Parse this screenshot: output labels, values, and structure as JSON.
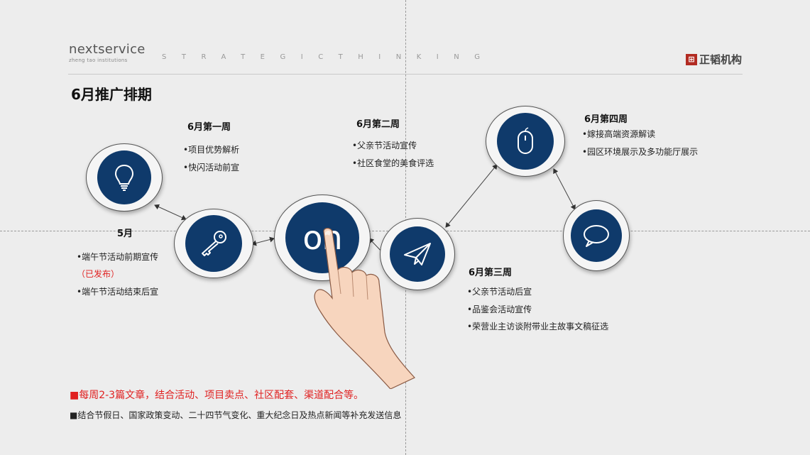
{
  "header": {
    "brand_main": "nextservice",
    "brand_sub": "zheng tao institutions",
    "tagline": "STRATEGICTHINKING",
    "company": "正韬机构"
  },
  "title": "6月推广排期",
  "sections": {
    "may": {
      "heading": "5月",
      "items": [
        "•端午节活动前期宣传",
        "（已发布）",
        "•端午节活动结束后宣"
      ]
    },
    "week1": {
      "heading": "6月第一周",
      "items": [
        "•项目优势解析",
        "•快闪活动前宣"
      ]
    },
    "week2": {
      "heading": "6月第二周",
      "items": [
        "•父亲节活动宣传",
        "•社区食堂的美食评选"
      ]
    },
    "week3": {
      "heading": "6月第三周",
      "items": [
        "•父亲节活动后宣",
        "•品鉴会活动宣传",
        "•荣营业主访谈附带业主故事文稿征选"
      ]
    },
    "week4": {
      "heading": "6月第四周",
      "items": [
        "•嫁接高端资源解读",
        "•园区环境展示及多功能厅展示"
      ]
    }
  },
  "center_label": "on",
  "notes": [
    "■每周2-3篇文章，结合活动、项目卖点、社区配套、渠道配合等。",
    "■结合节假日、国家政策变动、二十四节气变化、重大纪念日及热点新闻等补充发送信息"
  ],
  "icons": {
    "n1": "lightbulb-icon",
    "n2": "key-icon",
    "n4": "paper-plane-icon",
    "n5": "mouse-icon",
    "n6": "speech-bubble-icon"
  },
  "colors": {
    "node_fill": "#0f3a6b",
    "accent_red": "#e02020",
    "logo_red": "#b22b22"
  }
}
